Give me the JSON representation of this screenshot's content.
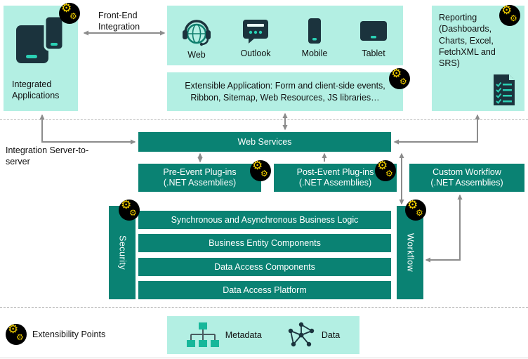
{
  "top": {
    "integrated_apps": "Integrated Applications",
    "front_end_integration": "Front-End Integration",
    "clients": [
      {
        "label": "Web"
      },
      {
        "label": "Outlook"
      },
      {
        "label": "Mobile"
      },
      {
        "label": "Tablet"
      }
    ],
    "extensible_app": "Extensible Application: Form and client-side events, Ribbon, Sitemap, Web Resources, JS libraries…",
    "reporting": "Reporting (Dashboards, Charts, Excel, FetchXML and SRS)"
  },
  "middle": {
    "integration_s2s": "Integration Server-to-server",
    "web_services": "Web Services",
    "pre_event": "Pre-Event Plug-ins (.NET Assemblies)",
    "post_event": "Post-Event Plug-ins (.NET Assemblies)",
    "custom_workflow": "Custom Workflow (.NET Assemblies)",
    "security": "Security",
    "workflow": "Workflow",
    "stack": [
      {
        "label": "Synchronous and Asynchronous Business Logic"
      },
      {
        "label": "Business Entity Components"
      },
      {
        "label": "Data Access Components"
      },
      {
        "label": "Data Access Platform"
      }
    ]
  },
  "bottom": {
    "metadata": "Metadata",
    "data": "Data"
  },
  "legend": {
    "label": "Extensibility Points"
  },
  "icons": {
    "badge": "extensibility-gear-icon",
    "devices": "integrated-devices-icon",
    "web": "web-globe-headset-icon",
    "outlook": "outlook-window-icon",
    "mobile": "mobile-phone-icon",
    "tablet": "tablet-icon",
    "report": "report-document-icon",
    "metadata": "metadata-sitemap-icon",
    "data": "data-network-icon"
  },
  "colors": {
    "box_bg": "#b3efe3",
    "bar_bg": "#0a8273",
    "icon_dark": "#1b333d",
    "icon_teal": "#2bd0b4",
    "gear_yellow": "#f0cd00",
    "arrow_gray": "#8c8c8c"
  }
}
